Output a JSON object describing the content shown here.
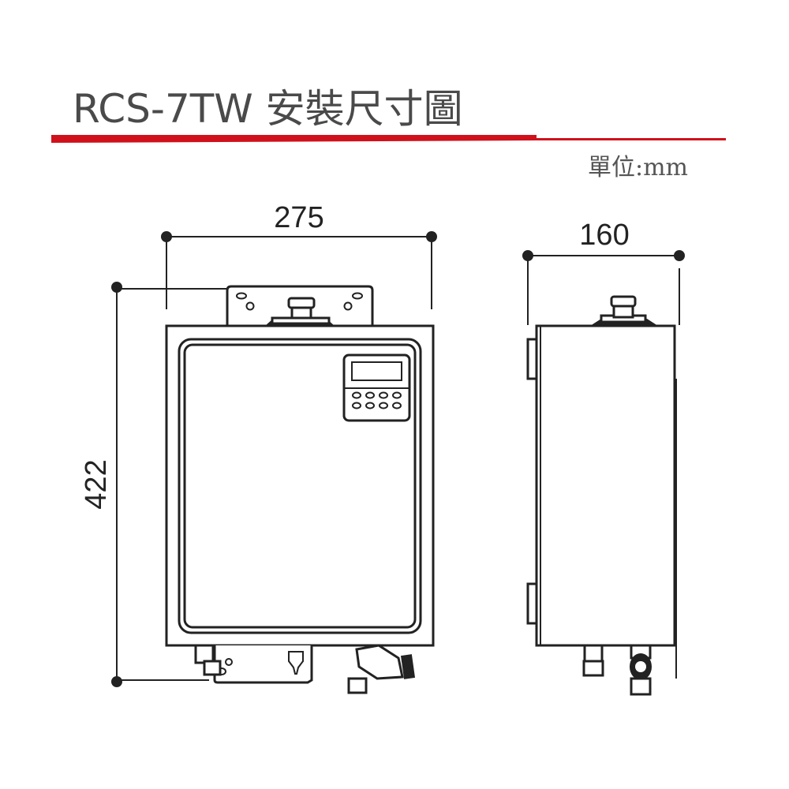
{
  "header": {
    "title": "RCS-7TW 安裝尺寸圖",
    "unit": "單位:mm",
    "accent_color": "#d0111b"
  },
  "dimensions": {
    "front_width": "275",
    "side_depth": "160",
    "height": "422"
  }
}
